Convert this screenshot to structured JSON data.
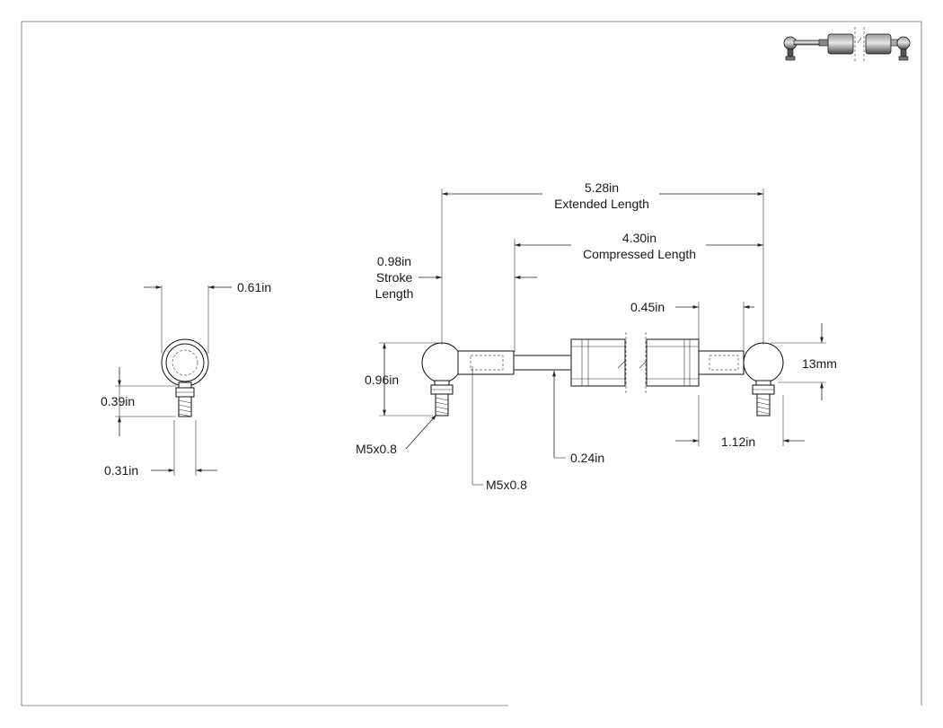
{
  "side_view": {
    "width_label": "0.61in",
    "height_label": "0.39in",
    "stud_label": "0.31in"
  },
  "front_view": {
    "extended": {
      "value": "5.28in",
      "caption": "Extended Length"
    },
    "compressed": {
      "value": "4.30in",
      "caption": "Compressed Length"
    },
    "stroke": {
      "value": "0.98in",
      "caption_line1": "Stroke",
      "caption_line2": "Length"
    },
    "end_fitting_width": "0.45in",
    "ball_height": "0.96in",
    "ball_diameter": "13mm",
    "thread_left": "M5x0.8",
    "thread_socket": "M5x0.8",
    "rod_diameter": "0.24in",
    "fitting_length": "1.12in"
  },
  "colors": {
    "line": "#222222",
    "fill": "#ffffff",
    "thumbnail_body": "#555555"
  }
}
